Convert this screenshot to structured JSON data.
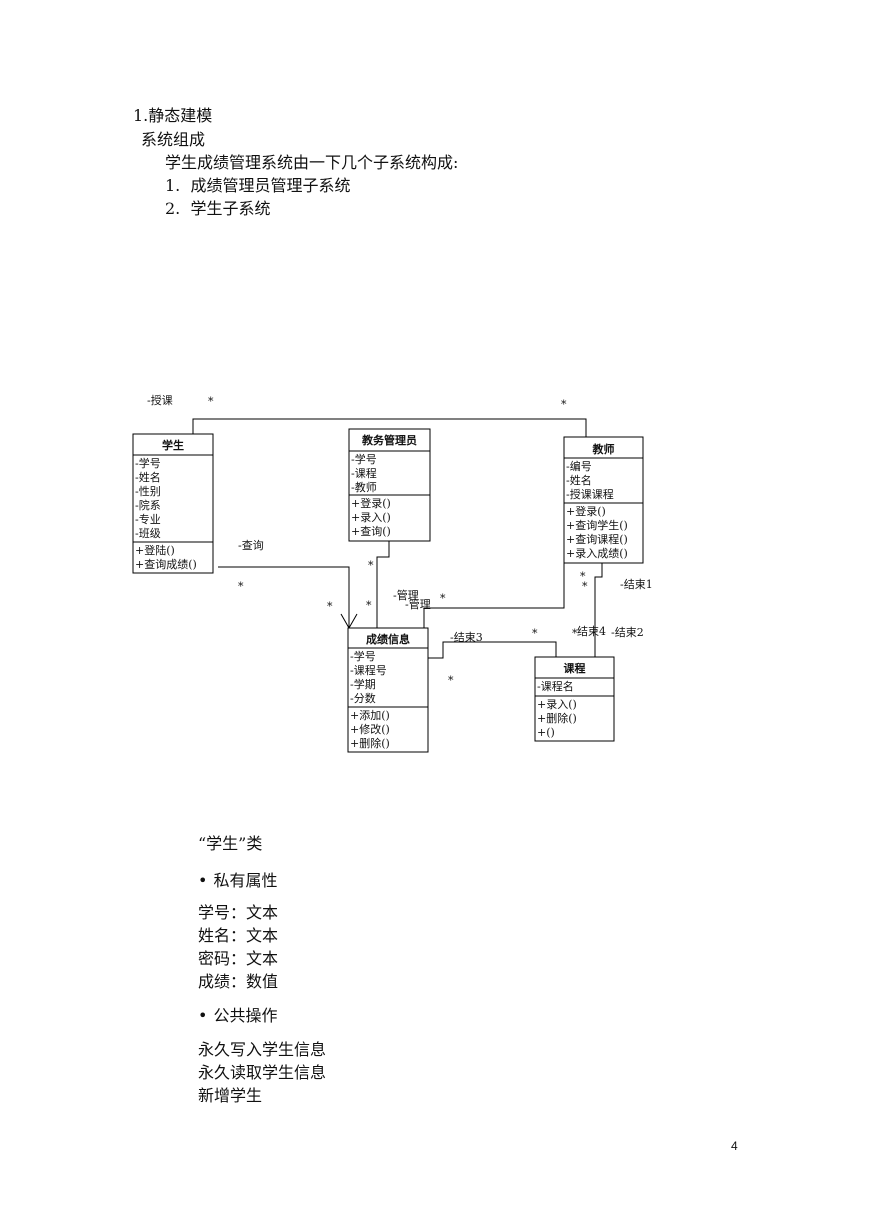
{
  "heading": {
    "section": "1.静态建模",
    "subsection": "系统组成",
    "intro": "学生成绩管理系统由一下几个子系统构成:",
    "items": [
      {
        "num": "1.",
        "text": "成绩管理员管理子系统"
      },
      {
        "num": "2.",
        "text": "学生子系统"
      }
    ]
  },
  "diagram": {
    "classes": {
      "student": {
        "name": "学生",
        "attrs": [
          "-学号",
          "-姓名",
          "-性别",
          "-院系",
          "-专业",
          "-班级"
        ],
        "ops": [
          "+登陆()",
          "+查询成绩()"
        ]
      },
      "admin": {
        "name": "教务管理员",
        "attrs": [
          "-学号",
          "-课程",
          "-教师"
        ],
        "ops": [
          "+登录()",
          "+录入()",
          "+查询()"
        ]
      },
      "teacher": {
        "name": "教师",
        "attrs": [
          "-编号",
          "-姓名",
          "-授课课程"
        ],
        "ops": [
          "+登录()",
          "+查询学生()",
          "+查询课程()",
          "+录入成绩()"
        ]
      },
      "grade": {
        "name": "成绩信息",
        "attrs": [
          "-学号",
          "-课程号",
          "-学期",
          "-分数"
        ],
        "ops": [
          "+添加()",
          "+修改()",
          "+删除()"
        ]
      },
      "course": {
        "name": "课程",
        "attrs": [
          "-课程名"
        ],
        "ops": [
          "+录入()",
          "+删除()",
          "+()"
        ]
      }
    },
    "labels": {
      "teach": "-授课",
      "query": "-查询",
      "manage1": "-管理",
      "manage2": "-管理",
      "end1": "-结束1",
      "end2": "-结束2",
      "end3": "-结束3",
      "end4": "结束4",
      "star": "*"
    }
  },
  "description": {
    "class_title": "“学生”类",
    "private_heading": "私有属性",
    "private_attrs": [
      "学号：文本",
      "姓名：文本",
      "密码：文本",
      "成绩：数值"
    ],
    "public_heading": "公共操作",
    "public_ops": [
      "永久写入学生信息",
      "永久读取学生信息",
      "新增学生"
    ]
  },
  "page_number": "4"
}
